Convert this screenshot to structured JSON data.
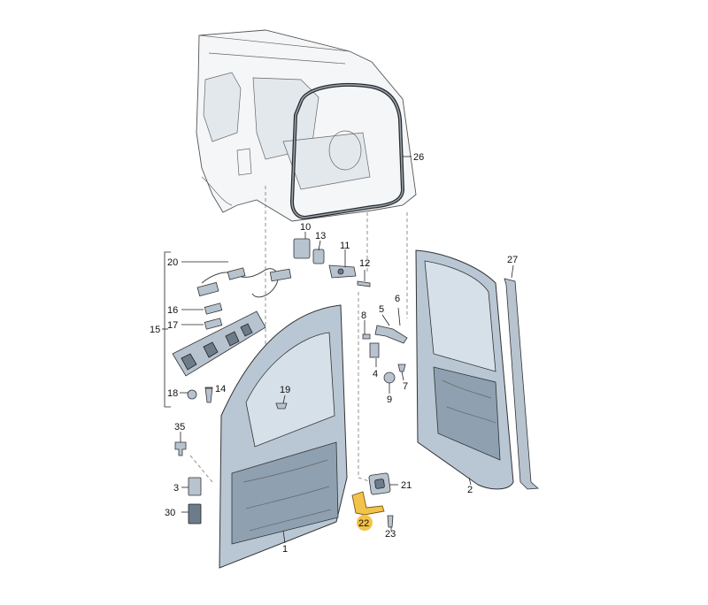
{
  "callouts": {
    "c1": "1",
    "c2": "2",
    "c3": "3",
    "c4": "4",
    "c5": "5",
    "c6": "6",
    "c7": "7",
    "c8": "8",
    "c9": "9",
    "c10": "10",
    "c11": "11",
    "c12": "12",
    "c13": "13",
    "c14": "14",
    "c15": "15",
    "c16": "16",
    "c17": "17",
    "c18": "18",
    "c19": "19",
    "c20": "20",
    "c21": "21",
    "c22": "22",
    "c23": "23",
    "c26": "26",
    "c27": "27",
    "c30": "30",
    "c35": "35"
  },
  "highlight": {
    "part": "22",
    "color": "#f3c24a"
  }
}
